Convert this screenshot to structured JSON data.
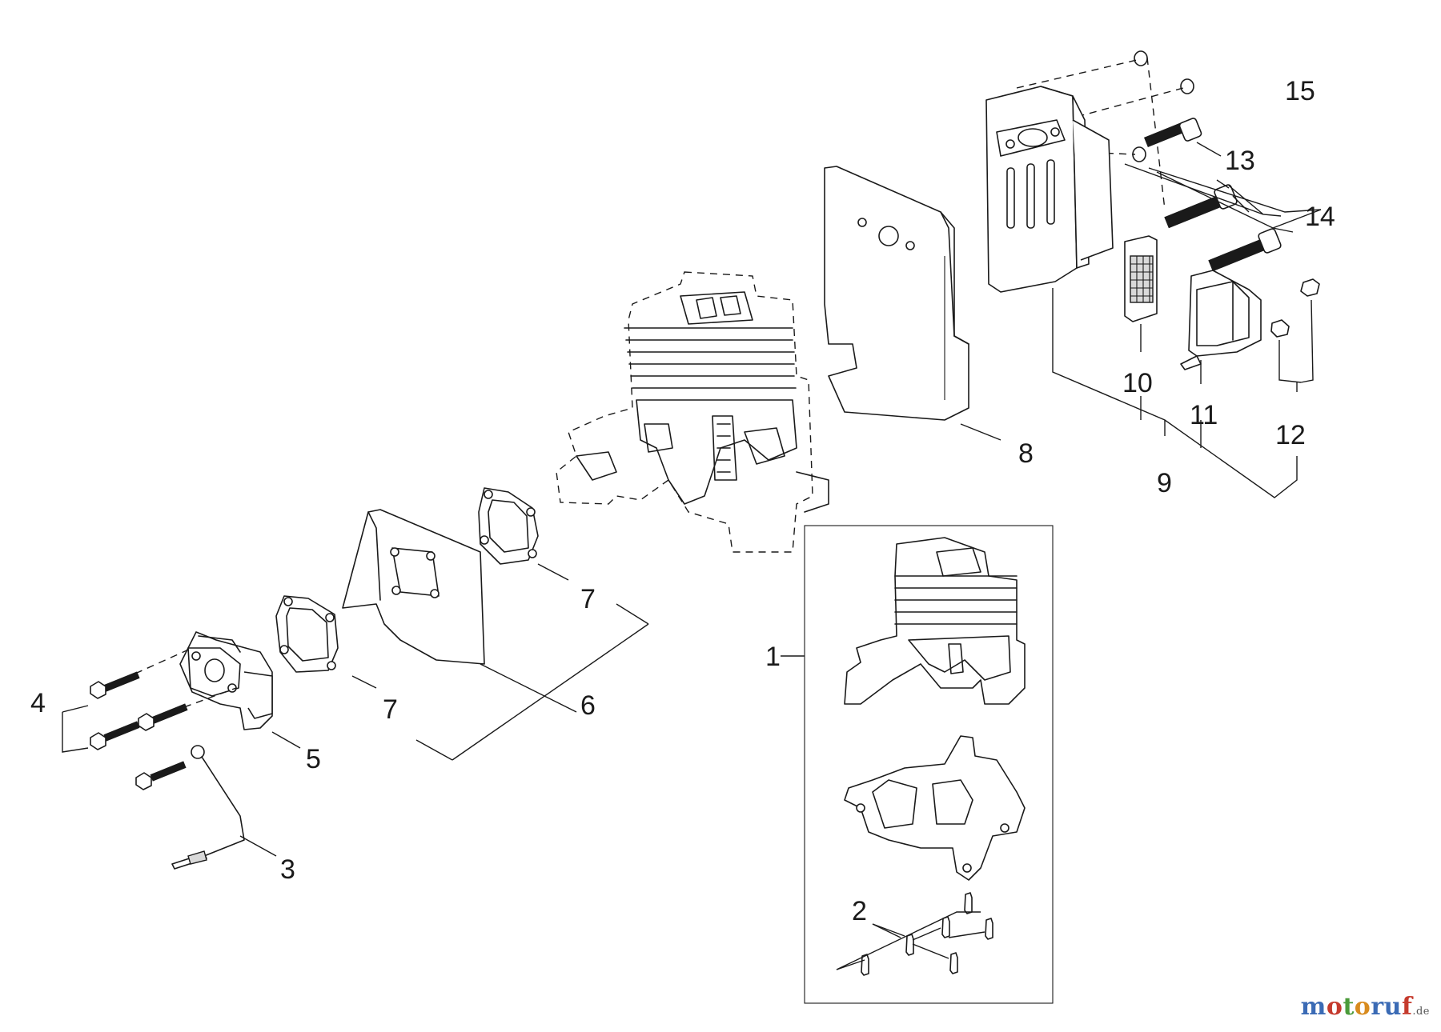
{
  "callouts": {
    "c1": "1",
    "c2": "2",
    "c3": "3",
    "c4": "4",
    "c5": "5",
    "c6": "6",
    "c7a": "7",
    "c7b": "7",
    "c8": "8",
    "c9": "9",
    "c10": "10",
    "c11": "11",
    "c12": "12",
    "c13": "13",
    "c14": "14",
    "c15": "15"
  },
  "watermark": {
    "name": "motoruf",
    "suffix": ".de",
    "colors": [
      "#3b6bb5",
      "#c53a2d",
      "#4b9b3a",
      "#d88b1e",
      "#3b6bb5"
    ]
  }
}
